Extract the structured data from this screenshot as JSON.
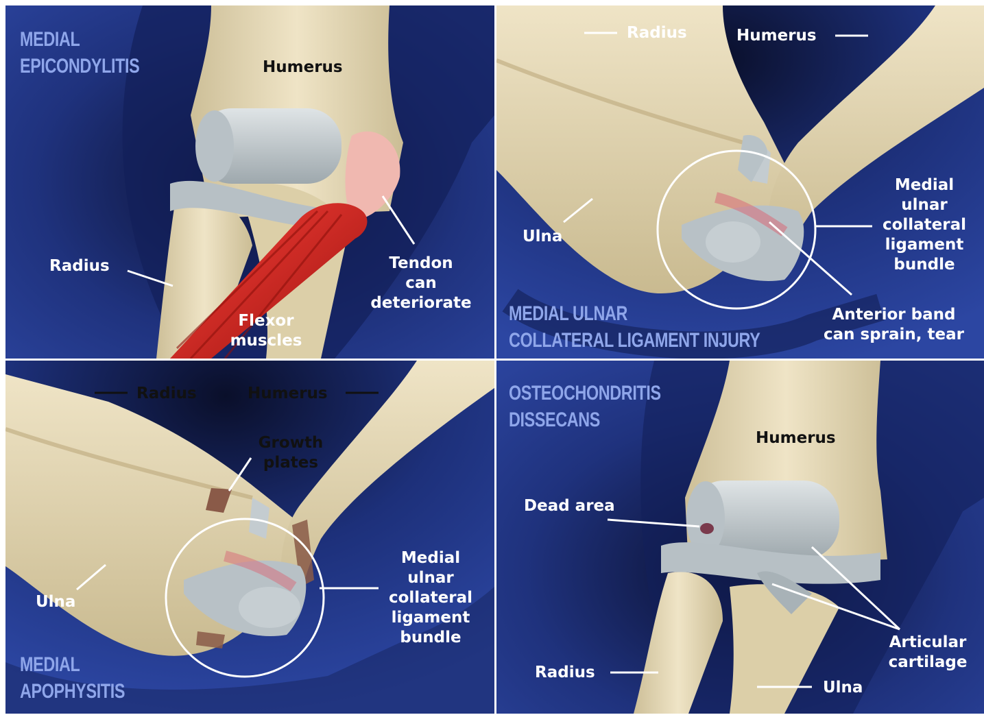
{
  "colors": {
    "background_blue": "#243a8c",
    "title_blue": "#8fa6ea",
    "bone": "#e8dcbc",
    "cartilage": "#c4ccd0",
    "muscle_red": "#c8201c",
    "growth_plate": "#8a5a48"
  },
  "panels": {
    "medial_epicondylitis": {
      "title_line1": "MEDIAL",
      "title_line2": "EPICONDYLITIS",
      "humerus": "Humerus",
      "radius": "Radius",
      "tendon_line1": "Tendon",
      "tendon_line2": "can",
      "tendon_line3": "deteriorate",
      "flexor_line1": "Flexor",
      "flexor_line2": "muscles"
    },
    "mucl_injury": {
      "title_line1": "MEDIAL ULNAR",
      "title_line2": "COLLATERAL LIGAMENT INJURY",
      "radius": "Radius",
      "humerus": "Humerus",
      "ulna": "Ulna",
      "mucl_line1": "Medial",
      "mucl_line2": "ulnar",
      "mucl_line3": "collateral",
      "mucl_line4": "ligament",
      "mucl_line5": "bundle",
      "anterior_line1": "Anterior band",
      "anterior_line2": "can sprain, tear"
    },
    "medial_apophysitis": {
      "title_line1": "MEDIAL",
      "title_line2": "APOPHYSITIS",
      "radius": "Radius",
      "humerus": "Humerus",
      "growth_line1": "Growth",
      "growth_line2": "plates",
      "ulna": "Ulna",
      "mucl_line1": "Medial",
      "mucl_line2": "ulnar",
      "mucl_line3": "collateral",
      "mucl_line4": "ligament",
      "mucl_line5": "bundle"
    },
    "ocd": {
      "title_line1": "OSTEOCHONDRITIS",
      "title_line2": "DISSECANS",
      "humerus": "Humerus",
      "dead_area": "Dead area",
      "radius": "Radius",
      "ulna": "Ulna",
      "cartilage_line1": "Articular",
      "cartilage_line2": "cartilage"
    }
  }
}
